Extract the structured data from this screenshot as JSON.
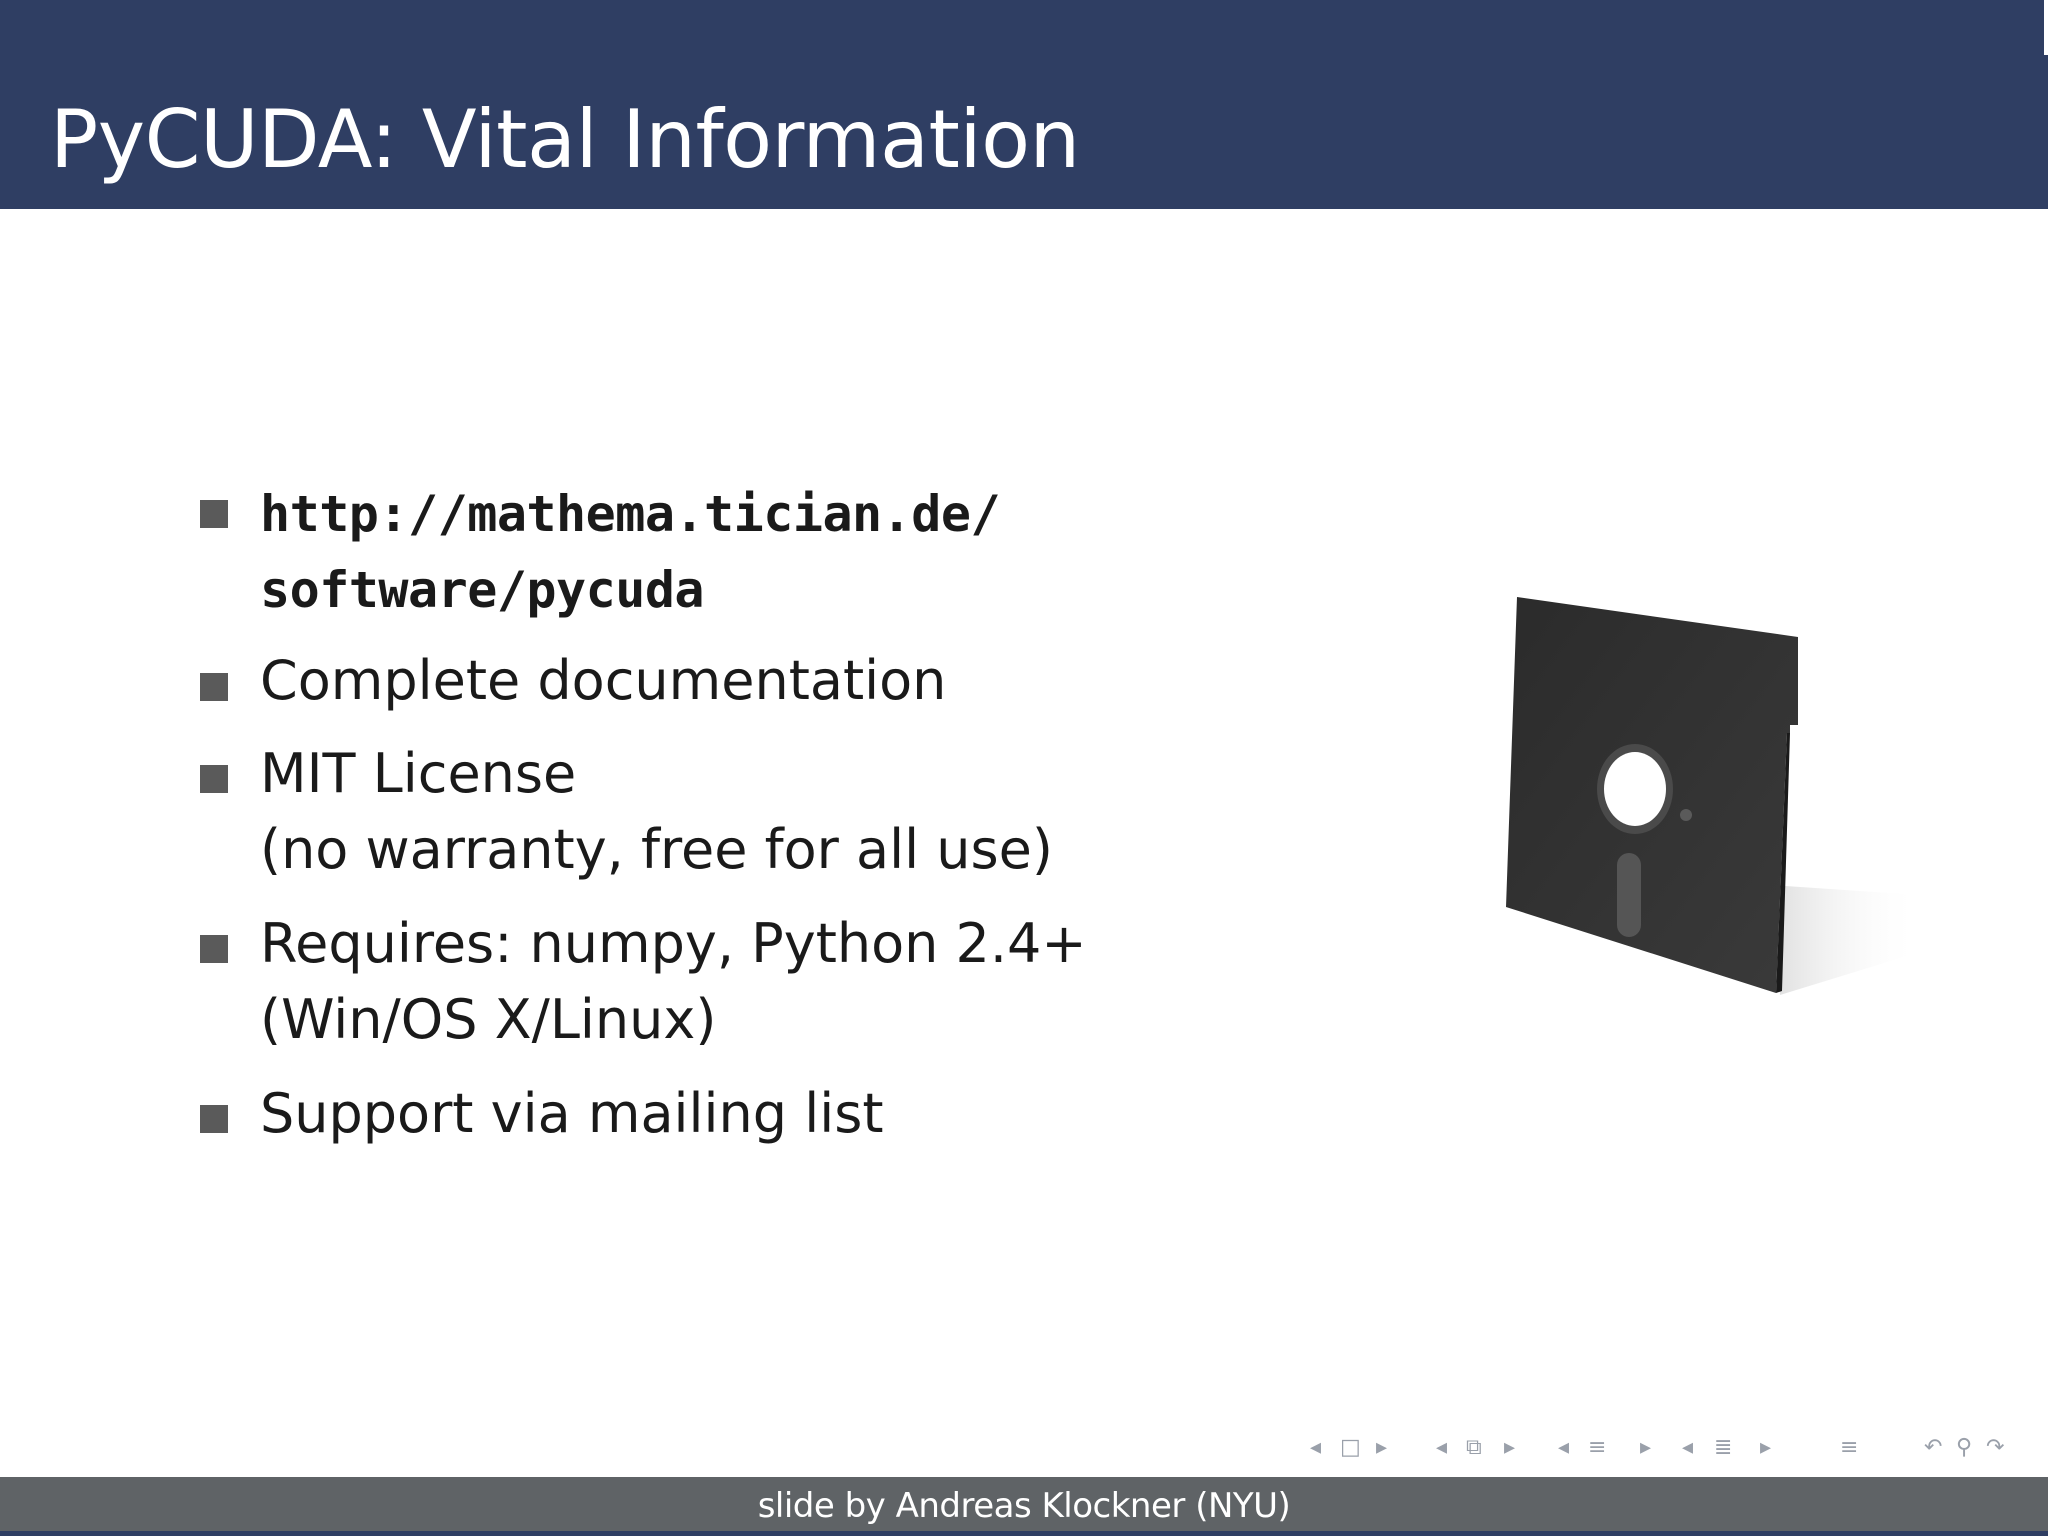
{
  "slide": {
    "title": "PyCUDA: Vital Information",
    "items": [
      {
        "lines": [
          "http://mathema.tician.de/",
          "software/pycuda"
        ]
      },
      {
        "lines": [
          "Complete documentation"
        ]
      },
      {
        "lines": [
          "MIT License",
          "(no warranty, free for all use)"
        ]
      },
      {
        "lines": [
          "Requires: numpy, Python 2.4+",
          "(Win/OS X/Linux)"
        ]
      },
      {
        "lines": [
          "Support via mailing list"
        ]
      }
    ],
    "image": {
      "subject": "floppy-disk"
    }
  },
  "footer": {
    "credit": "slide by Andreas Klockner (NYU)"
  },
  "nav_icons": [
    "arrow-left-icon",
    "frame-icon",
    "arrow-right-icon",
    "arrow-left-icon",
    "subsection-icon",
    "arrow-right-icon",
    "arrow-left-icon",
    "section-icon",
    "arrow-right-icon",
    "arrow-left-icon",
    "document-icon",
    "arrow-right-icon",
    "toc-icon",
    "back-icon",
    "search-icon",
    "forward-icon"
  ],
  "colors": {
    "header": "#2f3e63",
    "footer": "#5f6366",
    "bullet": "#5a5a5a",
    "text": "#1a1a1a"
  }
}
